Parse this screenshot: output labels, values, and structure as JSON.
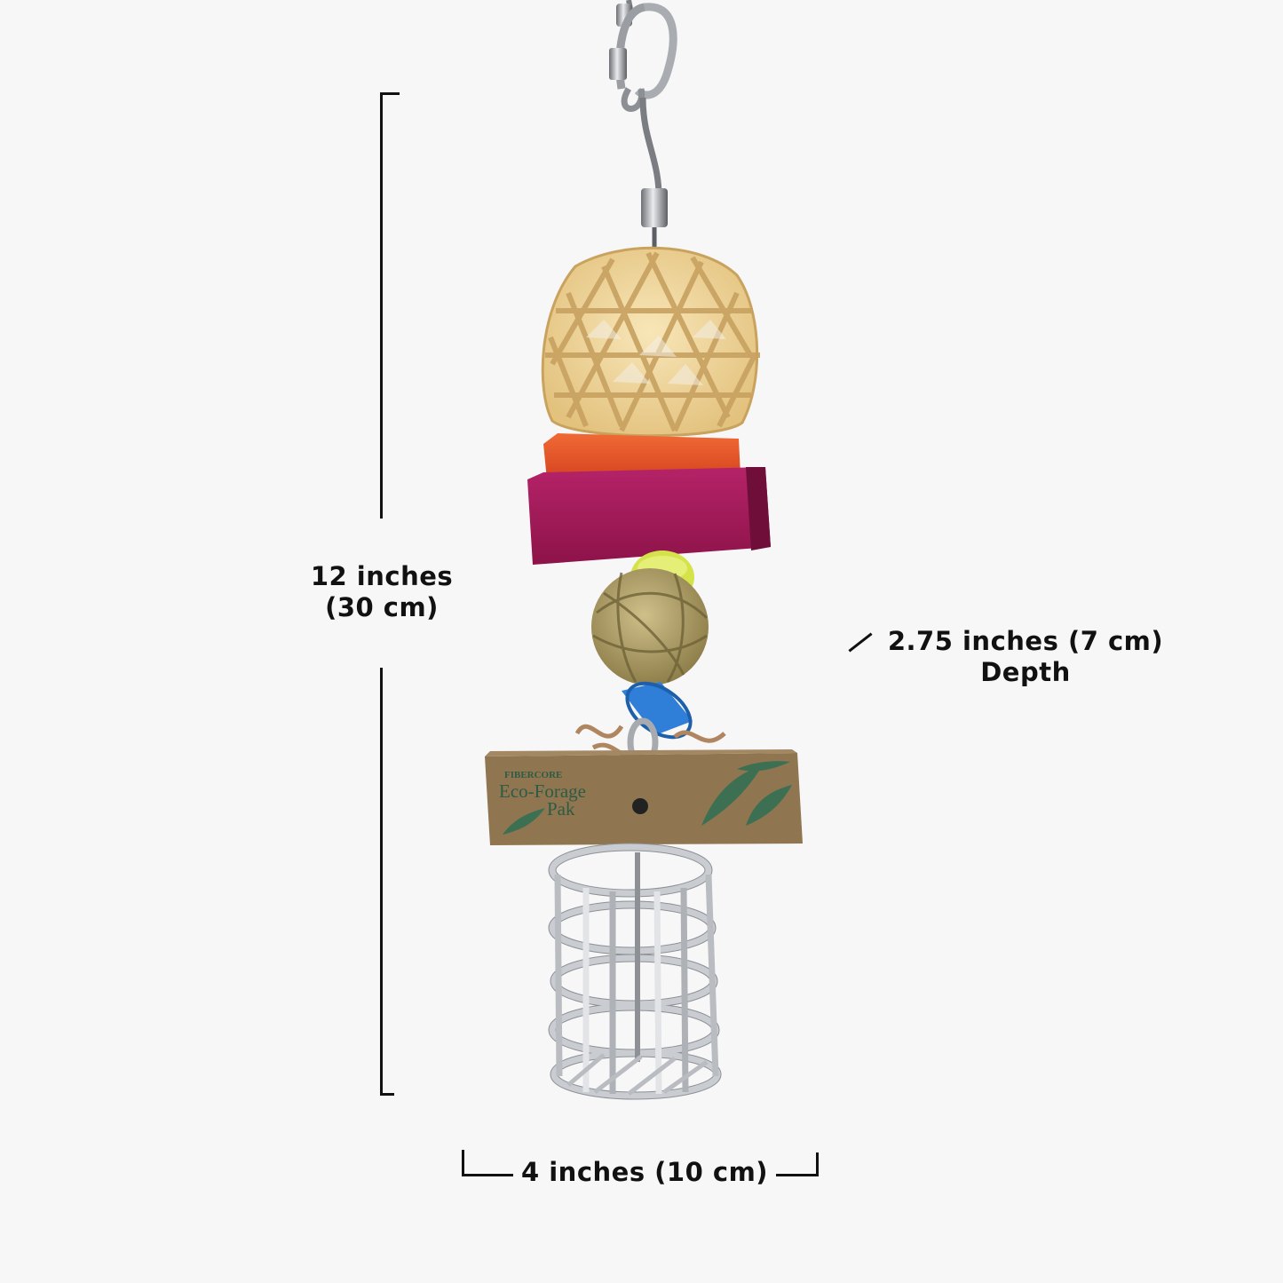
{
  "dimensions": {
    "height_line1": "12 inches",
    "height_line2": "(30 cm)",
    "depth_line1": "2.75 inches (7 cm)",
    "depth_line2": "Depth",
    "width": "4 inches (10 cm)"
  },
  "product": {
    "box_brand": "FIBERCORE",
    "box_line1": "Eco-Forage",
    "box_line2": "Pak"
  },
  "colors": {
    "background": "#f7f7f8",
    "orange_block": "#e5542a",
    "magenta_block": "#a0195a",
    "yellow_bead": "#d4e34a",
    "blue_ring": "#2f7fd8",
    "box": "#8f7550"
  }
}
